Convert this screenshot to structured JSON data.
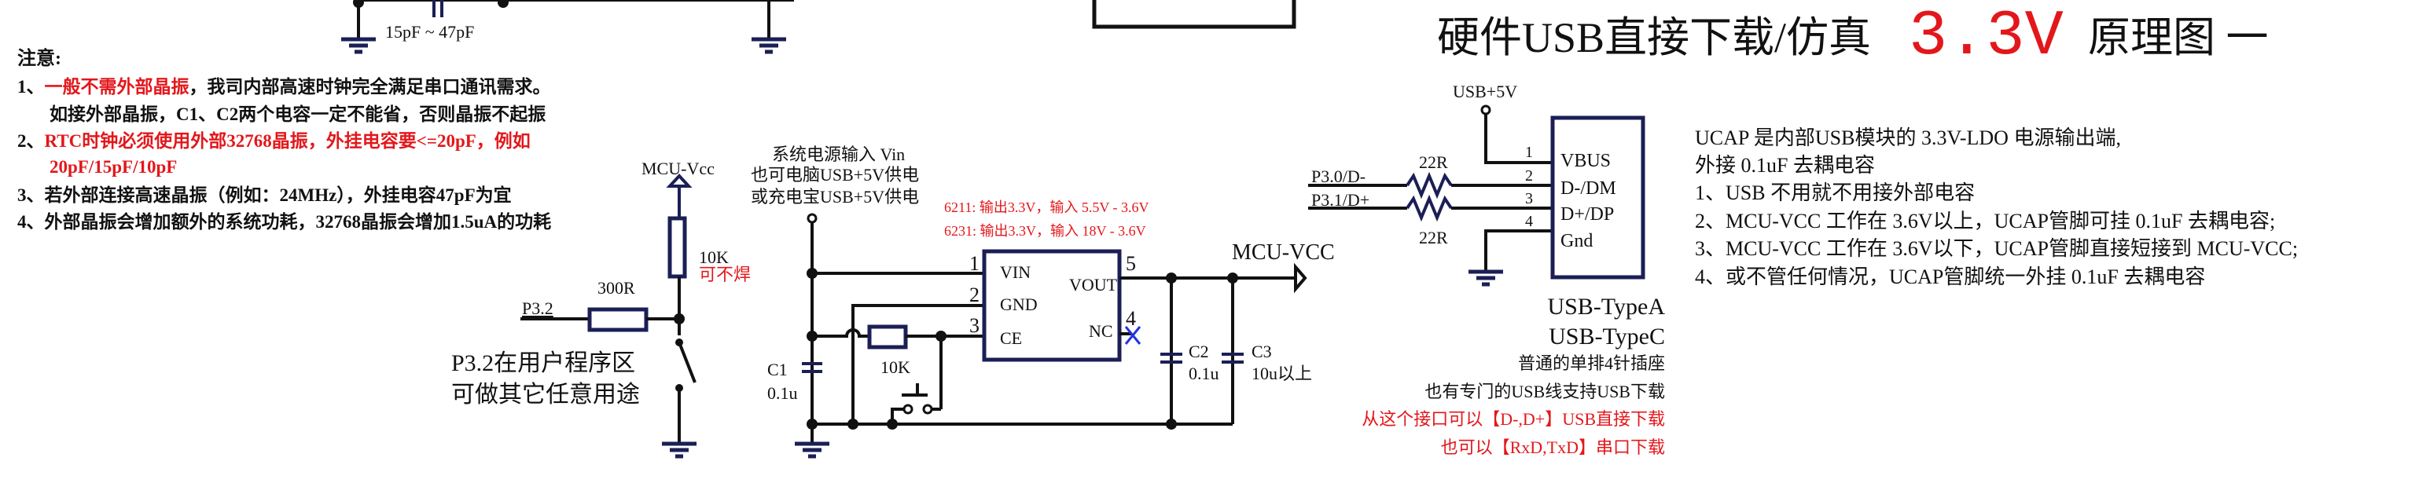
{
  "title": {
    "prefix": "硬件USB直接下载/仿真",
    "voltage": "3.3V",
    "suffix": "原理图 一"
  },
  "crystal": {
    "cap_range": "15pF ~ 47pF"
  },
  "notes": {
    "heading": "注意:",
    "items": [
      {
        "num": "1、",
        "red": "一般不需外部晶振",
        "black": "，我司内部高速时钟完全满足串口通讯需求。"
      },
      {
        "num": "",
        "red": "",
        "black": "如接外部晶振，C1、C2两个电容一定不能省，否则晶振不起振"
      },
      {
        "num": "2、",
        "red": "RTC时钟必须使用外部32768晶振，外挂电容要<=20pF，例如",
        "black": ""
      },
      {
        "num": "",
        "red": "20pF/15pF/10pF",
        "black": ""
      },
      {
        "num": "3、",
        "red": "",
        "black": "若外部连接高速晶振（例如：24MHz），外挂电容47pF为宜"
      },
      {
        "num": "4、",
        "red": "",
        "black": "外部晶振会增加额外的系统功耗，32768晶振会增加1.5uA的功耗"
      }
    ]
  },
  "reset_circuit": {
    "vcc_label": "MCU-Vcc",
    "pullup_value": "10K",
    "pullup_note": "可不焊",
    "series_value": "300R",
    "pin_label": "P3.2",
    "pin_note_line1": "P3.2在用户程序区",
    "pin_note_line2": "可做其它任意用途"
  },
  "power_input": {
    "line1": "系统电源输入 Vin",
    "line2": "也可电脑USB+5V供电",
    "line3": "或充电宝USB+5V供电",
    "ldo_6211": "6211:  输出3.3V，输入 5.5V - 3.6V",
    "ldo_6231": "6231:  输出3.3V，输入 18V - 3.6V"
  },
  "ldo": {
    "pins": [
      {
        "num": "1",
        "name": "VIN"
      },
      {
        "num": "2",
        "name": "GND"
      },
      {
        "num": "3",
        "name": "CE"
      },
      {
        "num": "5",
        "name": "VOUT"
      },
      {
        "num": "4",
        "name": "NC"
      }
    ],
    "ce_resistor": "10K",
    "c1_label": "C1",
    "c1_value": "0.1u",
    "c2_label": "C2",
    "c2_value": "0.1u",
    "c3_label": "C3",
    "c3_value": "10u以上",
    "output_net": "MCU-VCC"
  },
  "usb": {
    "vbus_net": "USB+5V",
    "dm_net": "P3.0/D-",
    "dp_net": "P3.1/D+",
    "r_top": "22R",
    "r_bottom": "22R",
    "pins": [
      {
        "num": "1",
        "name": "VBUS"
      },
      {
        "num": "2",
        "name": "D-/DM"
      },
      {
        "num": "3",
        "name": "D+/DP"
      },
      {
        "num": "4",
        "name": "Gnd"
      }
    ],
    "type_a": "USB-TypeA",
    "type_c": "USB-TypeC",
    "note1": "普通的单排4针插座",
    "note2": "也有专门的USB线支持USB下载",
    "note3": "从这个接口可以【D-,D+】USB直接下载",
    "note4": "也可以【RxD,TxD】串口下载"
  },
  "ucap_notes": [
    "UCAP 是内部USB模块的 3.3V-LDO 电源输出端,",
    "外接 0.1uF 去耦电容",
    "1、USB 不用就不用接外部电容",
    "2、MCU-VCC 工作在 3.6V以上，UCAP管脚可挂 0.1uF 去耦电容;",
    "3、MCU-VCC 工作在 3.6V以下，UCAP管脚直接短接到 MCU-VCC;",
    "4、或不管任何情况，UCAP管脚统一外挂 0.1uF 去耦电容"
  ],
  "colors": {
    "accent_red": "#e3171b",
    "wire": "#111111",
    "component": "#1b1f55",
    "no_connect": "#2233dd"
  }
}
